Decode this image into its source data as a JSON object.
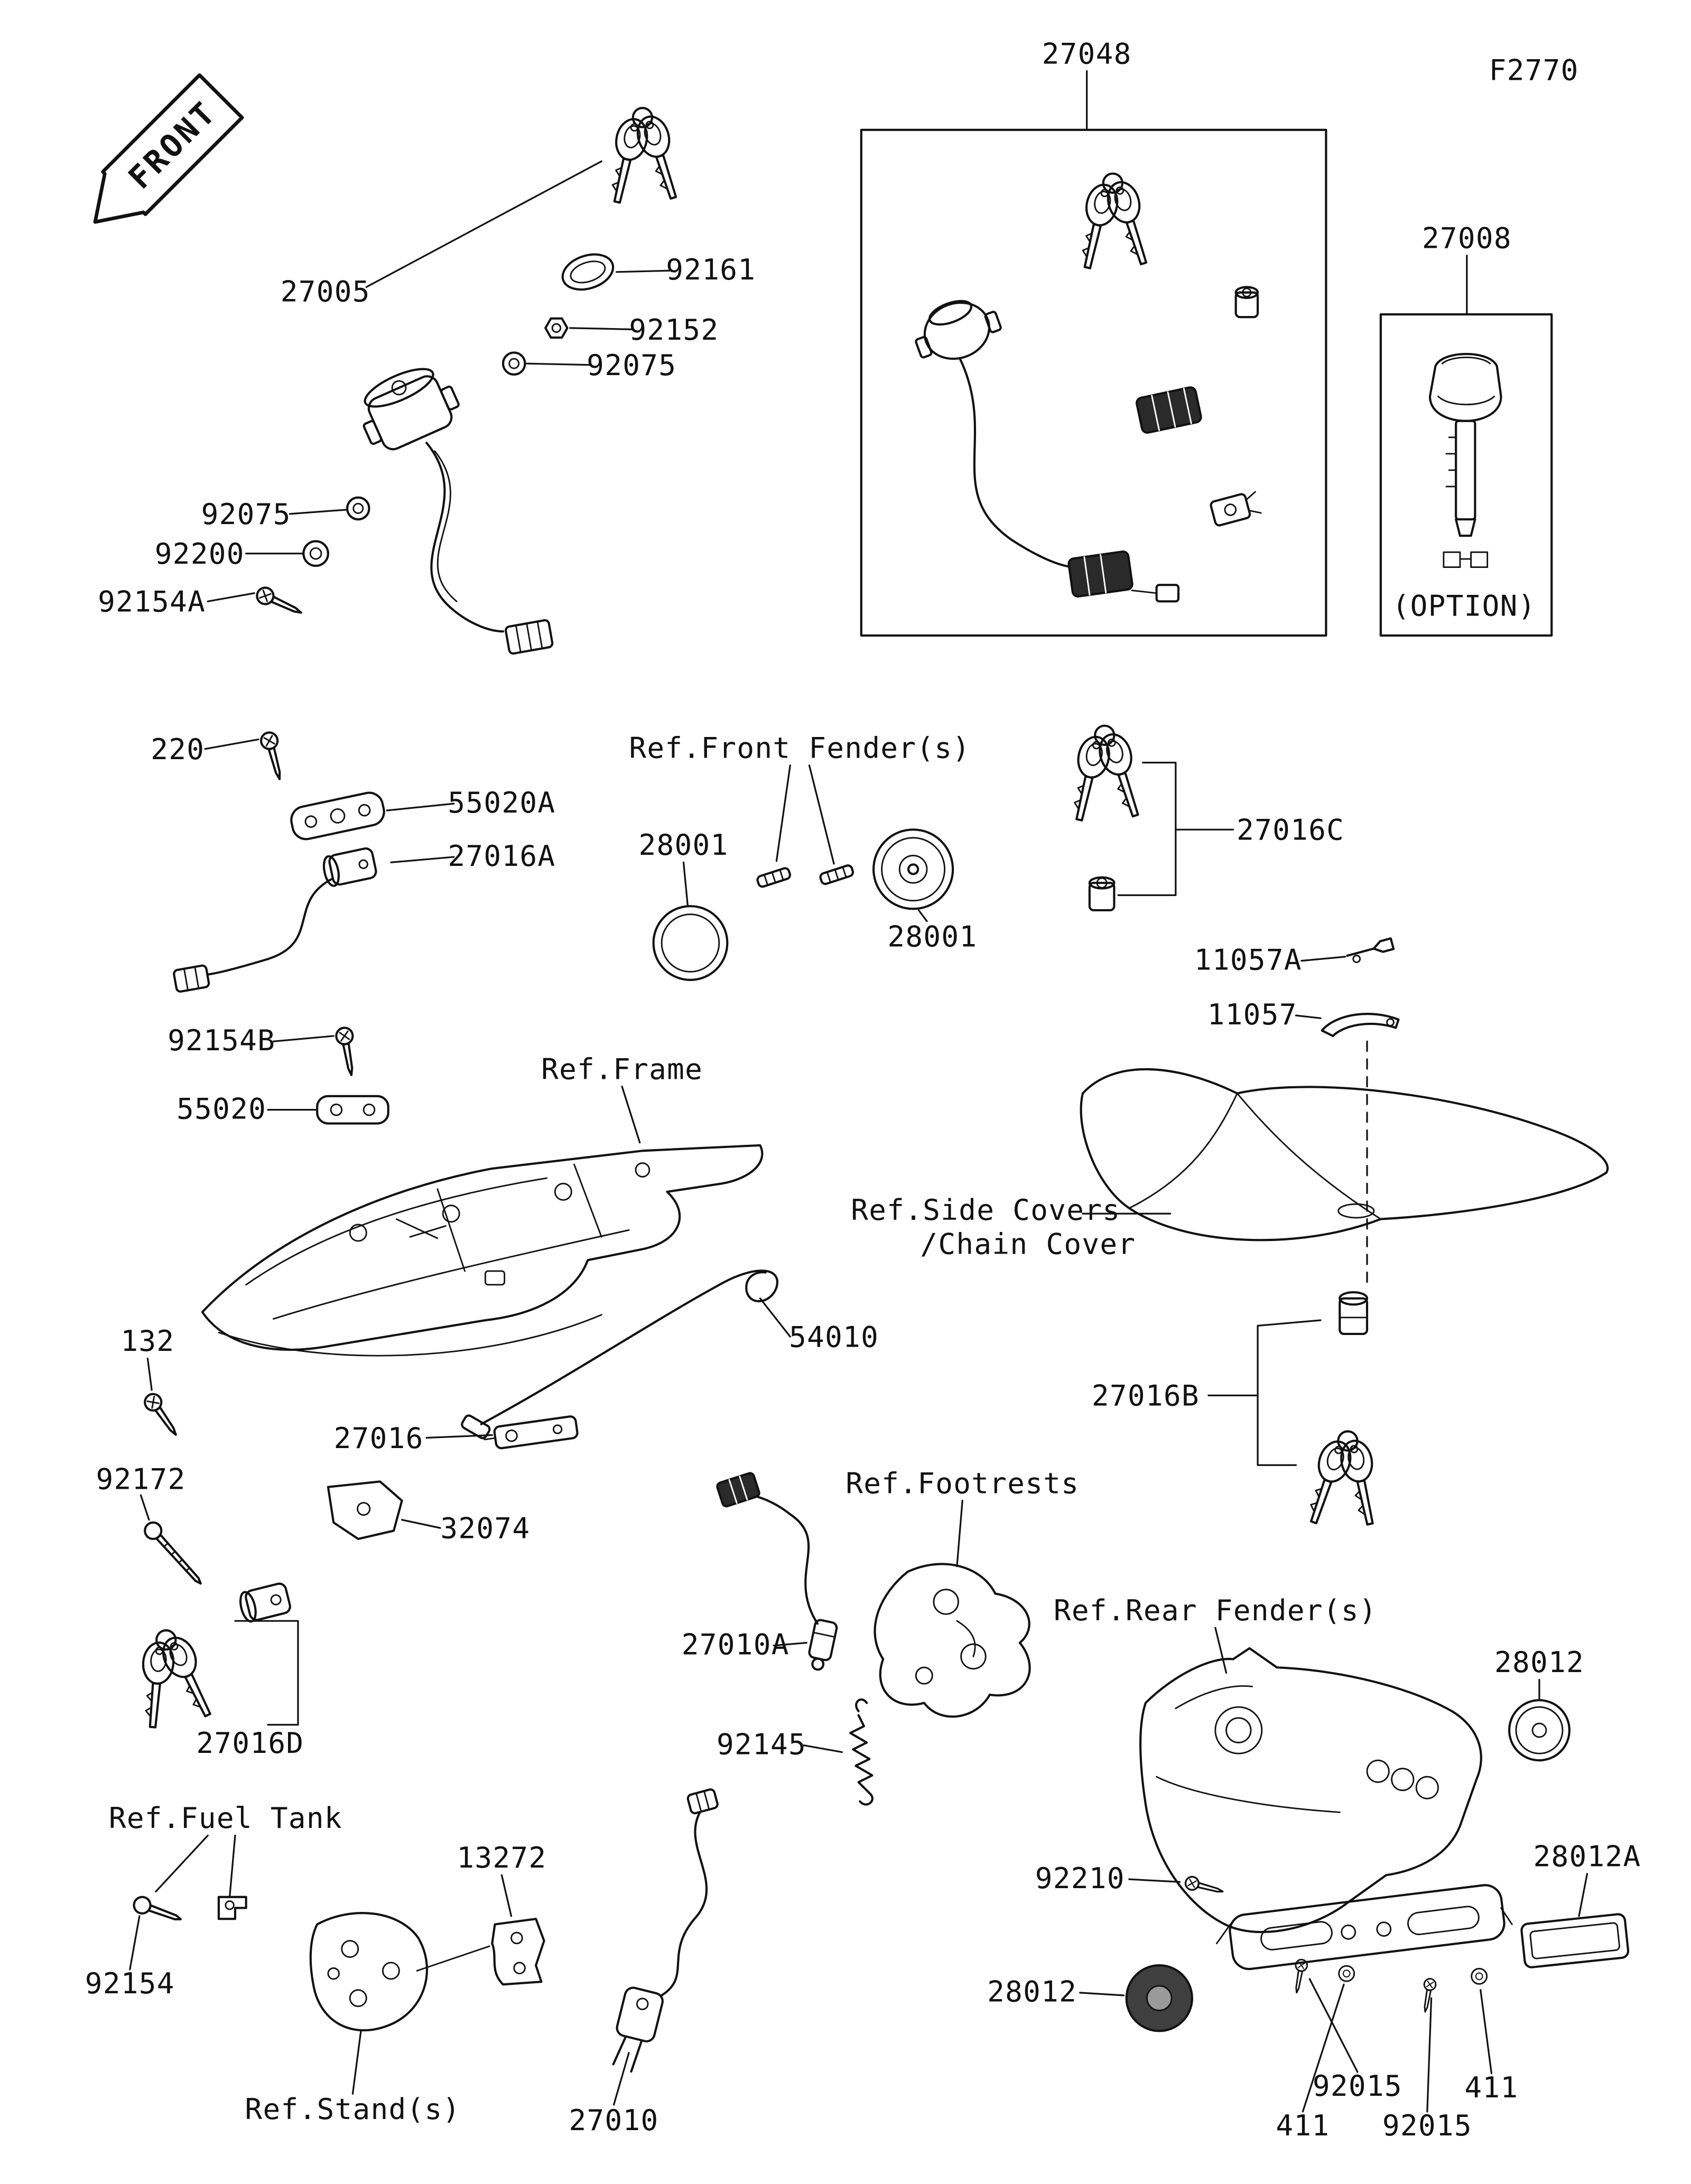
{
  "meta": {
    "figure_code": "F2770",
    "front": "FRONT",
    "option": "(OPTION)"
  },
  "parts": {
    "p27048": "27048",
    "p27005": "27005",
    "p92161": "92161",
    "p92152": "92152",
    "p92075": "92075",
    "p92200": "92200",
    "p92154A": "92154A",
    "p27008": "27008",
    "p220": "220",
    "p55020A": "55020A",
    "p27016A": "27016A",
    "p28001": "28001",
    "p27016C": "27016C",
    "p11057A": "11057A",
    "p11057": "11057",
    "p92154B": "92154B",
    "p55020": "55020",
    "p132": "132",
    "p54010": "54010",
    "p27016": "27016",
    "p27016B": "27016B",
    "p92172": "92172",
    "p32074": "32074",
    "p27010A": "27010A",
    "p27016D": "27016D",
    "p92145": "92145",
    "p28012": "28012",
    "p13272": "13272",
    "p92210": "92210",
    "p28012A": "28012A",
    "p92154": "92154",
    "p27010": "27010",
    "p92015": "92015",
    "p411": "411"
  },
  "refs": {
    "front_fender": "Ref.Front Fender(s)",
    "frame": "Ref.Frame",
    "side_covers": "Ref.Side Covers",
    "chain_cover": "/Chain Cover",
    "footrests": "Ref.Footrests",
    "rear_fender": "Ref.Rear Fender(s)",
    "fuel_tank": "Ref.Fuel Tank",
    "stands": "Ref.Stand(s)"
  }
}
